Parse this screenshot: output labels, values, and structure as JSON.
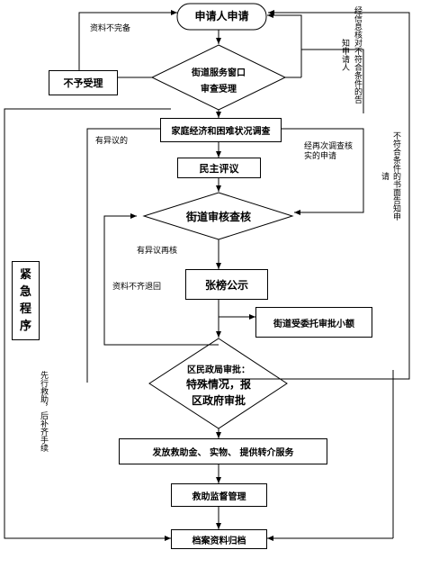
{
  "nodes": {
    "apply": "申请人申请",
    "reject": "不予受理",
    "window_line1": "街道服务窗口",
    "window_line2": "审查受理",
    "survey": "家庭经济和困难状况调查",
    "democratic": "民主评议",
    "street_review": "街道审核查核",
    "publicity": "张榜公示",
    "delegated": "街道受委托审批小额",
    "district_line1": "区民政局审批：",
    "district_line2": "特殊情况，报",
    "district_line3": "区政府审批",
    "disburse": "发放救助金、  实物、   提供转介服务",
    "supervise": "救助监督管理",
    "archive": "档案资料归档",
    "emergency": "紧急程序"
  },
  "labels": {
    "incomplete": "资料不完备",
    "notify_ineligible": "经信息核对不符合条件的告知申请人",
    "objection_1": "有异议的",
    "re_survey": "经再次调查核实的申请",
    "notify_written": "不符合条件的书面告知申请",
    "objection_2": "有异议再核",
    "return_docs": "资料不齐退回",
    "emergency_note": "先行救助，后补齐手续"
  }
}
